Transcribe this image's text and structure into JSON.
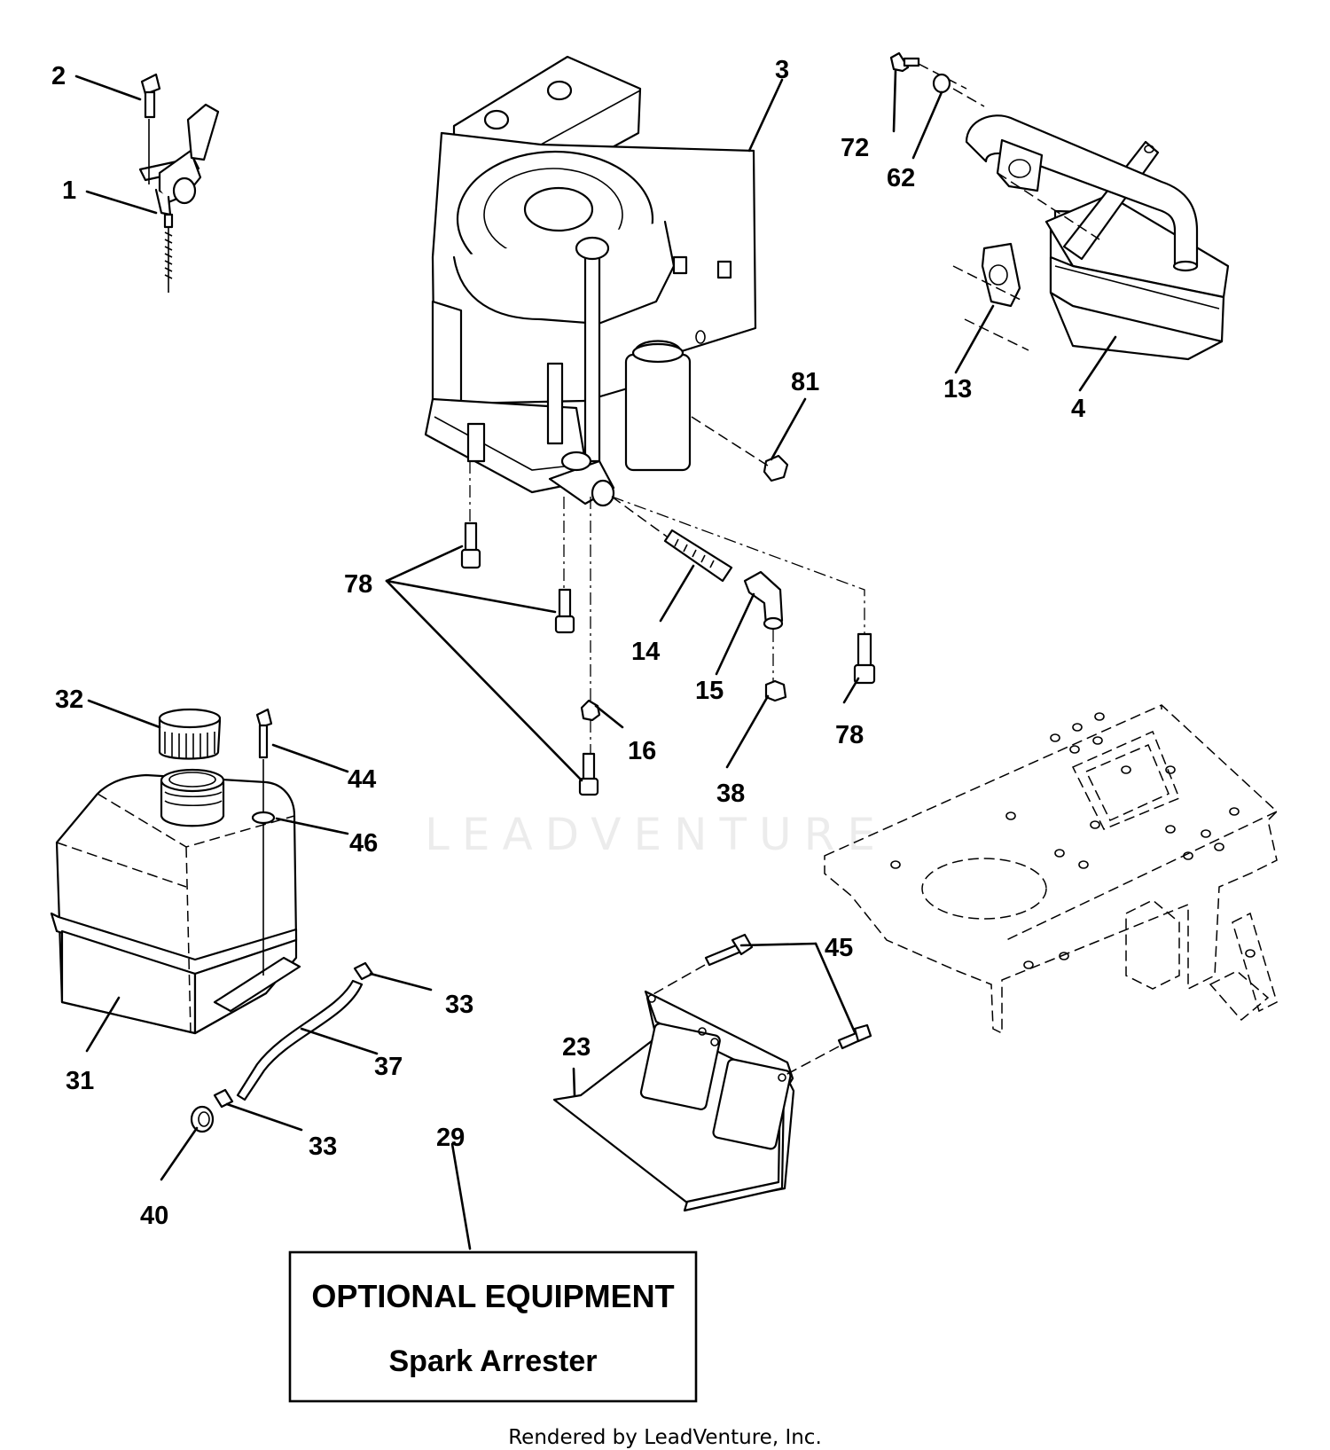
{
  "callouts": {
    "c1": "1",
    "c2": "2",
    "c3": "3",
    "c4": "4",
    "c13": "13",
    "c14": "14",
    "c15": "15",
    "c16": "16",
    "c23": "23",
    "c29": "29",
    "c31": "31",
    "c32": "32",
    "c33a": "33",
    "c33b": "33",
    "c37": "37",
    "c38": "38",
    "c40": "40",
    "c44": "44",
    "c45": "45",
    "c46": "46",
    "c62": "62",
    "c72": "72",
    "c78a": "78",
    "c78b": "78",
    "c81": "81"
  },
  "optional_box": {
    "title": "OPTIONAL EQUIPMENT",
    "subtitle": "Spark Arrester"
  },
  "watermark": "LEADVENTURE",
  "footer": "Rendered by LeadVenture, Inc."
}
